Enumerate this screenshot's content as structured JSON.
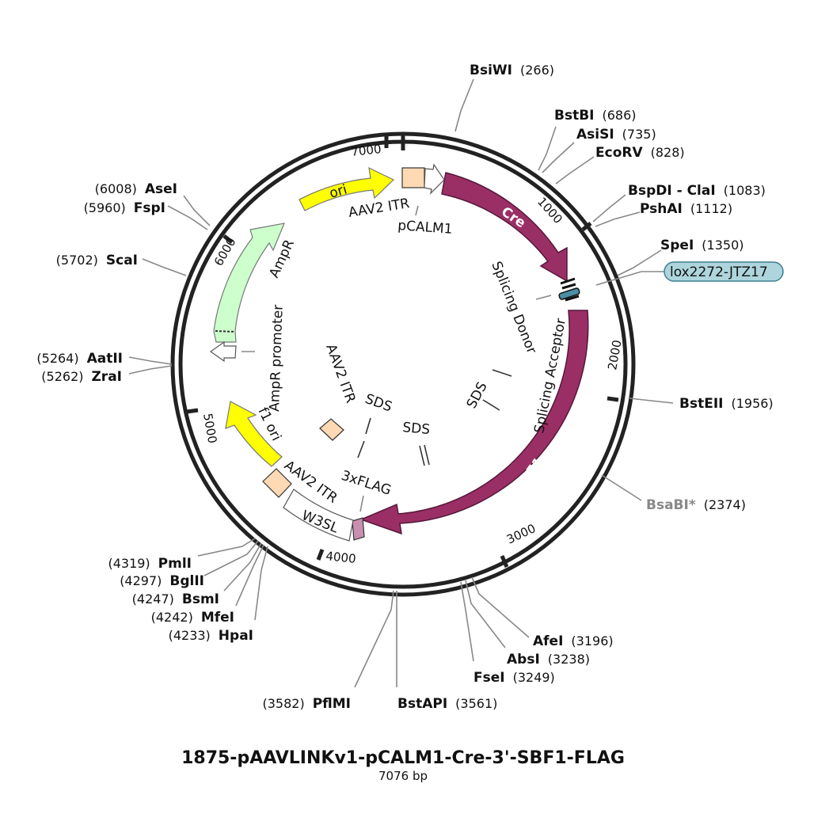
{
  "title": "1875-pAAVLINKv1-pCALM1-Cre-3'-SBF1-FLAG",
  "length_label": "7076 bp",
  "tick_labels": [
    "1000",
    "2000",
    "3000",
    "4000",
    "5000",
    "6000",
    "7000"
  ],
  "enzymes": [
    {
      "name": "BsiWI",
      "pos": "(266)"
    },
    {
      "name": "BstBI",
      "pos": "(686)"
    },
    {
      "name": "AsiSI",
      "pos": "(735)"
    },
    {
      "name": "EcoRV",
      "pos": "(828)"
    },
    {
      "name": "BspDI - ClaI",
      "pos": "(1083)"
    },
    {
      "name": "PshAI",
      "pos": "(1112)"
    },
    {
      "name": "SpeI",
      "pos": "(1350)"
    },
    {
      "name": "BstEII",
      "pos": "(1956)"
    },
    {
      "name": "BsaBI*",
      "pos": "(2374)"
    },
    {
      "name": "AfeI",
      "pos": "(3196)"
    },
    {
      "name": "AbsI",
      "pos": "(3238)"
    },
    {
      "name": "FseI",
      "pos": "(3249)"
    },
    {
      "name": "BstAPI",
      "pos": "(3561)"
    },
    {
      "name": "PflMI",
      "pos": "(3582)"
    },
    {
      "name": "HpaI",
      "pos": "(4233)"
    },
    {
      "name": "MfeI",
      "pos": "(4242)"
    },
    {
      "name": "BsmI",
      "pos": "(4247)"
    },
    {
      "name": "BglII",
      "pos": "(4297)"
    },
    {
      "name": "PmlI",
      "pos": "(4319)"
    },
    {
      "name": "ZraI",
      "pos": "(5262)"
    },
    {
      "name": "AatII",
      "pos": "(5264)"
    },
    {
      "name": "ScaI",
      "pos": "(5702)"
    },
    {
      "name": "FspI",
      "pos": "(5960)"
    },
    {
      "name": "AseI",
      "pos": "(6008)"
    }
  ],
  "site_label": "lox2272-JTZ17",
  "features": {
    "ori": "ori",
    "aav2_itr_top": "AAV2 ITR",
    "pcalm1": "pCALM1",
    "cre": "Cre",
    "splicing_donor": "Splicing Donor",
    "splicing_acceptor": "Splicing Acceptor",
    "sds_a": "SDS",
    "sds_b": "SDS",
    "sds_c": "SDS",
    "sbf1": "SBF1",
    "flag": "3xFLAG",
    "w3sl": "W3SL",
    "aav2_itr_bottom": "AAV2 ITR",
    "f1ori": "f1 ori",
    "ampr_promoter": "AmpR promoter",
    "ampr": "AmpR",
    "aav2_itr_inner": "AAV2 ITR"
  },
  "colors": {
    "cre_sbf1": "#9a2f66",
    "ori_f1": "#ffff00",
    "ampr": "#ccffcc",
    "itr": "#ffd9b3",
    "site": "#aed5dd"
  }
}
